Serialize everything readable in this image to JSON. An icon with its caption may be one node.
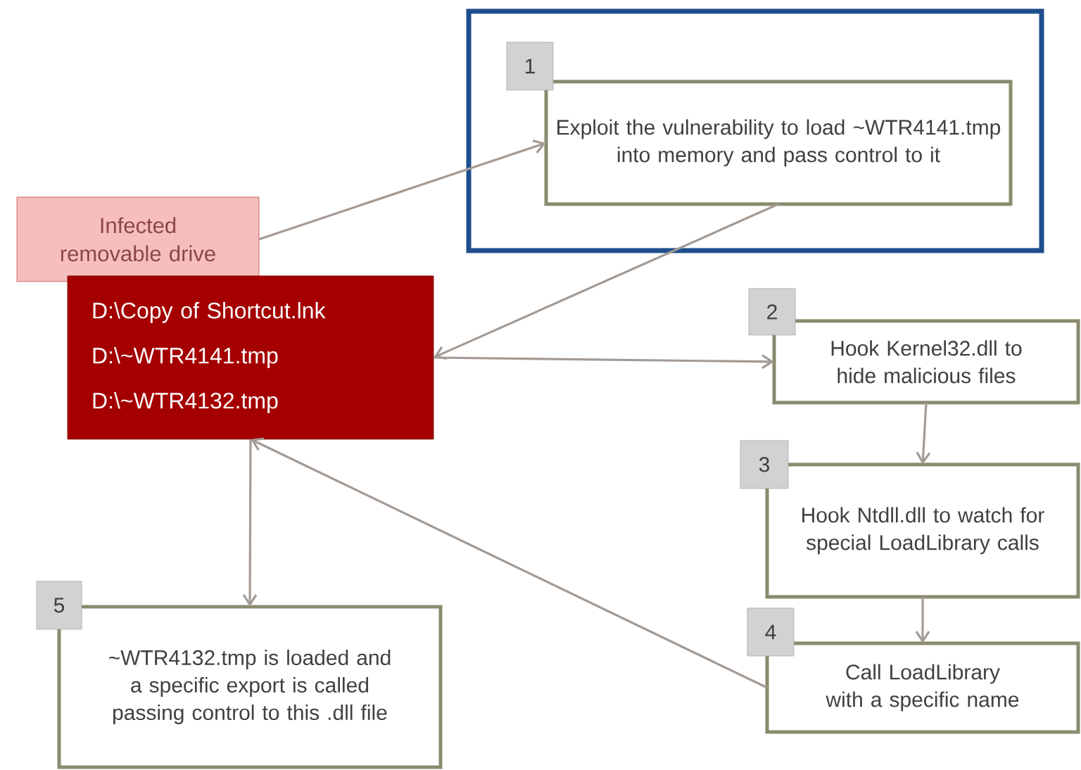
{
  "diagram": {
    "nodes": [
      {
        "text": [],
        "shape": "box"
      },
      {
        "text": [
          "1"
        ],
        "in": 0
      },
      {
        "text": [
          "Exploit the vulnerability to load ~WTR4141.tmp into memory and pass control to it"
        ],
        "in": 0
      },
      {
        "text": [
          "Infected removable drive"
        ]
      },
      {
        "text": [
          "D:\\Copy of Shortcut.lnk",
          "D:\\~WTR4141.tmp",
          "D:\\~WTR4132.tmp"
        ]
      },
      {
        "text": [
          "2"
        ]
      },
      {
        "text": [
          "Hook Kernel32.dll to hide malicious files"
        ]
      },
      {
        "text": [
          "3"
        ]
      },
      {
        "text": [
          "Hook Ntdll.dll to watch for special LoadLibrary calls"
        ]
      },
      {
        "text": [
          "4"
        ]
      },
      {
        "text": [
          "Call LoadLibrary with a specific name"
        ]
      },
      {
        "text": [
          "5"
        ]
      },
      {
        "text": [
          "~WTR4132.tmp is loaded and a specific export is called passing control to this .dll file"
        ]
      }
    ],
    "edges": [
      {
        "from": 3,
        "to": 2,
        "arrow": "to"
      },
      {
        "from": 2,
        "to": 4,
        "arrow": "to"
      },
      {
        "from": 4,
        "to": 6,
        "arrow": "to"
      },
      {
        "from": 6,
        "to": 8,
        "arrow": "to"
      },
      {
        "from": 8,
        "to": 10,
        "arrow": "to"
      },
      {
        "from": 10,
        "to": 4,
        "arrow": "to"
      },
      {
        "from": 4,
        "to": 12,
        "arrow": "to"
      }
    ]
  }
}
